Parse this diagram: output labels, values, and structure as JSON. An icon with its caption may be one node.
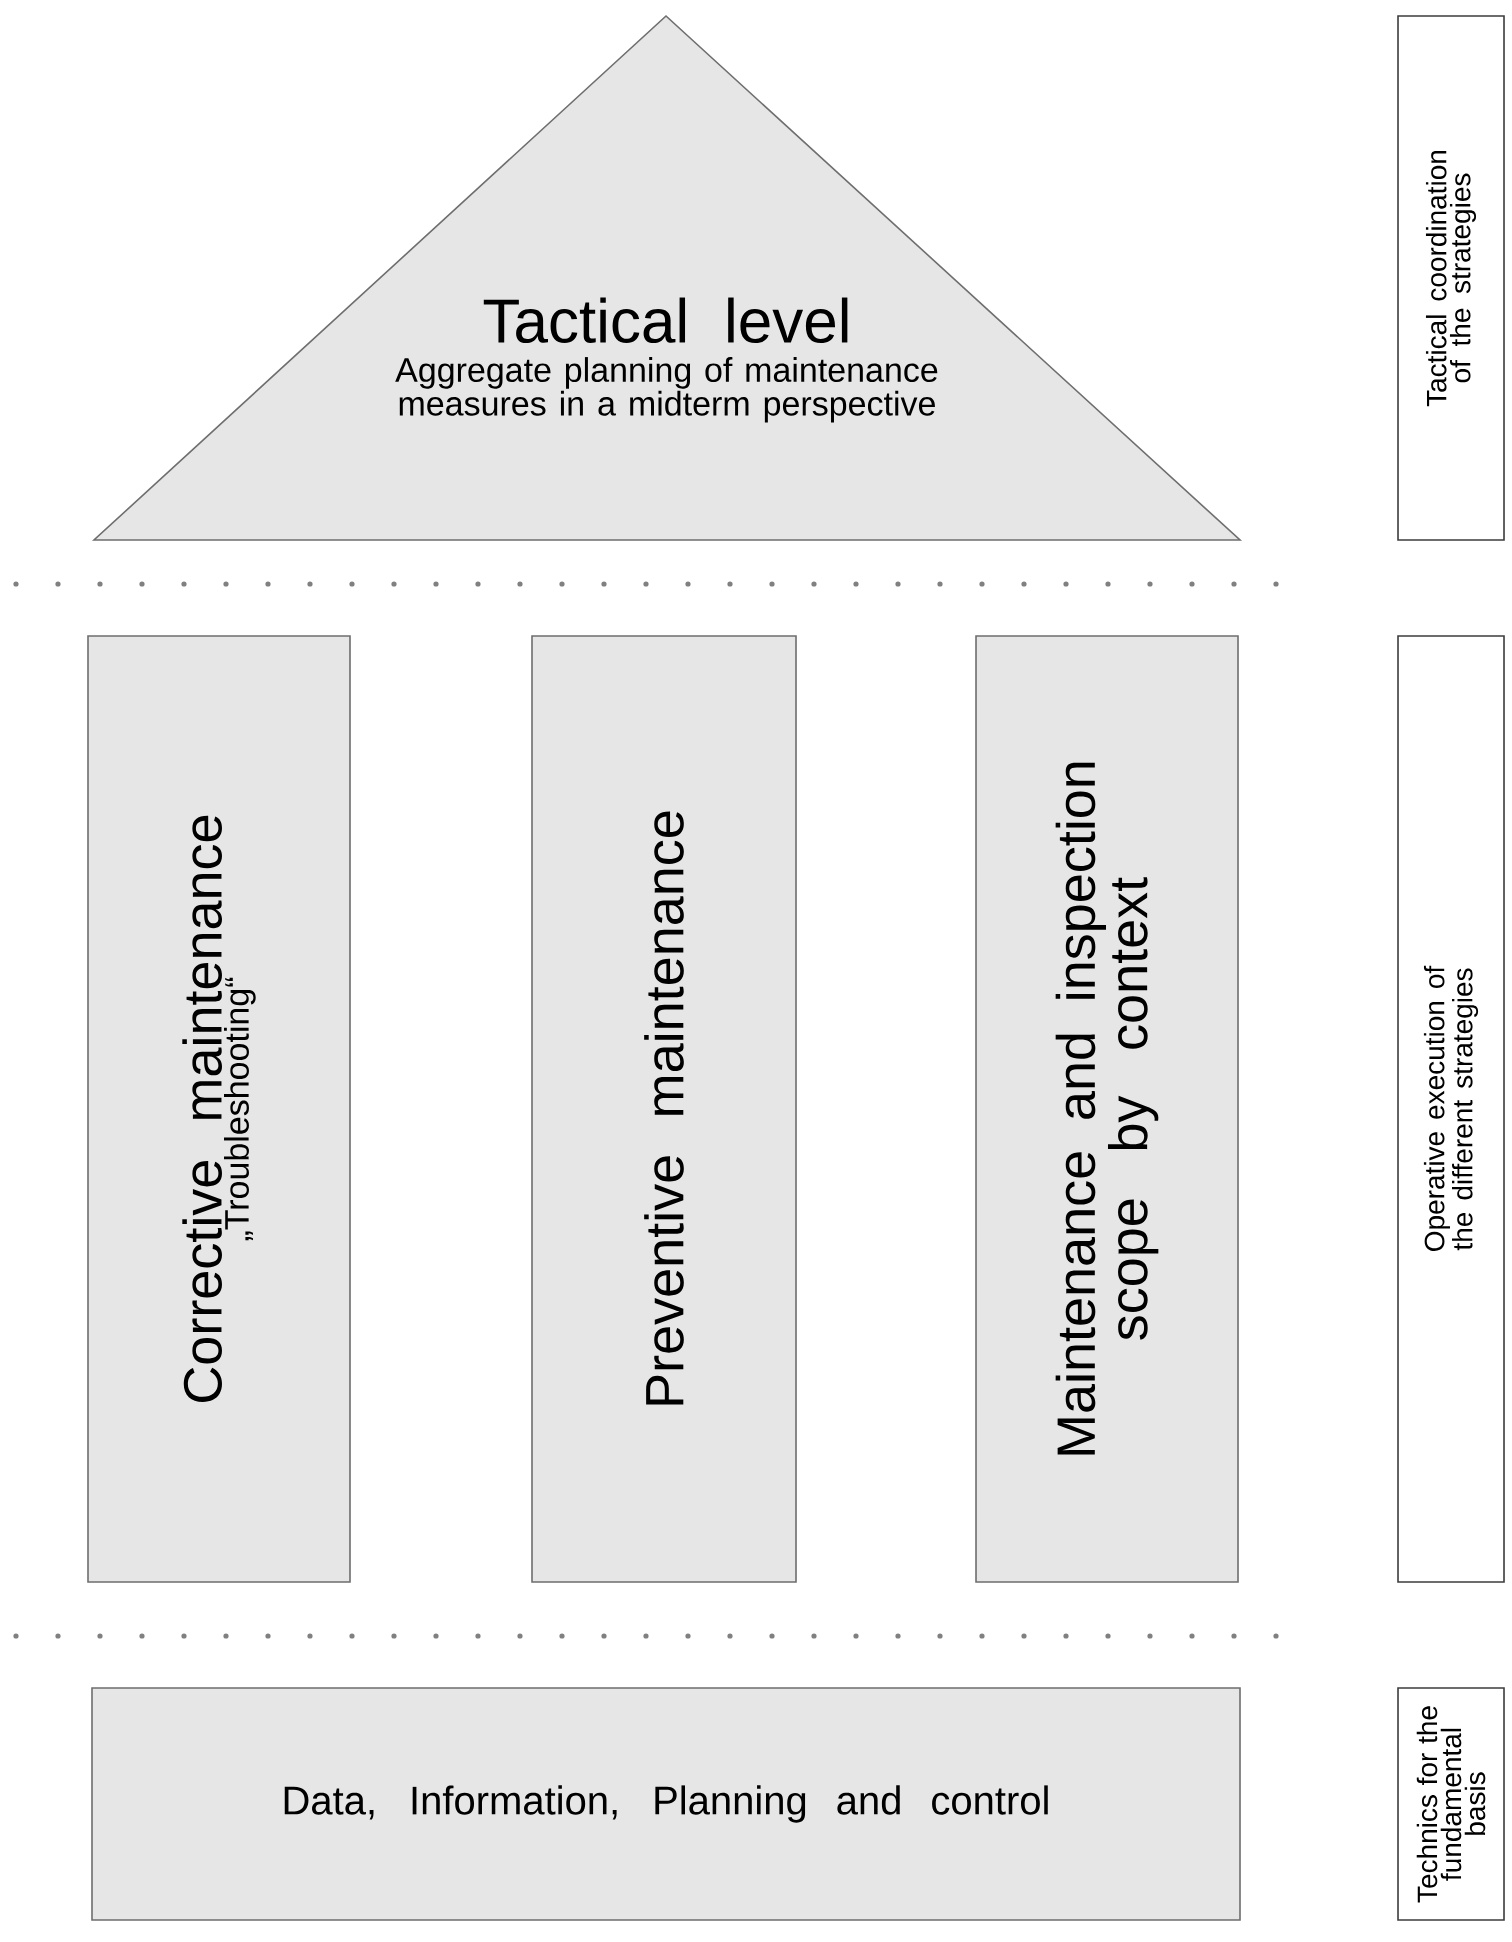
{
  "diagram": {
    "nodes": [
      {
        "text": [
          "Tactical level",
          "Aggregate planning of maintenance measures in a midterm perspective"
        ]
      },
      {
        "text": [
          "Corrective maintenance",
          "„Troubleshooting“"
        ]
      },
      {
        "text": [
          "Preventive maintenance"
        ]
      },
      {
        "text": [
          "Maintenance and inspection scope by context"
        ]
      },
      {
        "text": [
          "Data, Information, Planning and control"
        ]
      },
      {
        "text": [
          "Tactical coordination of the strategies"
        ]
      },
      {
        "text": [
          "Operative execution of the different strategies"
        ]
      },
      {
        "text": [
          "Technics for the fundamental basis"
        ]
      }
    ]
  }
}
